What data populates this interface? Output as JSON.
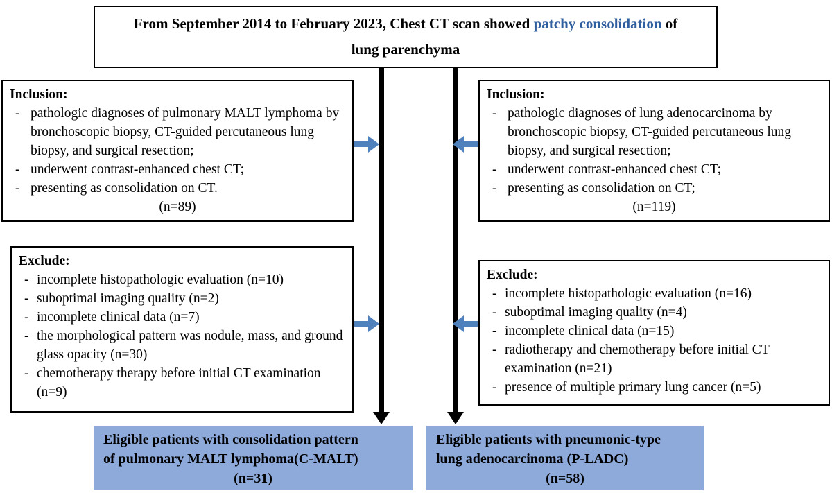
{
  "colors": {
    "highlight_text": "#2f5f9f",
    "arrow_blue": "#4f81bd",
    "result_box_bg": "#8eaadb"
  },
  "top_box": {
    "line1_prefix": "From September 2014 to  February 2023, Chest CT scan showed ",
    "line1_highlight": "patchy consolidation",
    "line1_suffix": " of",
    "line2": "lung parenchyma"
  },
  "left_inclusion": {
    "title": "Inclusion:",
    "items": [
      "pathologic diagnoses of pulmonary MALT lymphoma by bronchoscopic biopsy,  CT-guided percutaneous lung biopsy, and surgical resection;",
      "underwent contrast-enhanced chest CT;",
      "presenting as consolidation on CT."
    ],
    "count": "(n=89)"
  },
  "right_inclusion": {
    "title": "Inclusion:",
    "items": [
      "pathologic diagnoses of lung adenocarcinoma by bronchoscopic biopsy,  CT-guided percutaneous lung biopsy, and surgical resection;",
      "underwent contrast-enhanced chest CT;",
      "presenting as consolidation on CT;"
    ],
    "count": "(n=119)"
  },
  "left_exclude": {
    "title": "Exclude:",
    "items": [
      "incomplete histopathologic evaluation (n=10)",
      "suboptimal imaging quality (n=2)",
      "incomplete clinical data (n=7)",
      "the morphological pattern was nodule, mass, and ground glass opacity (n=30)",
      "chemotherapy therapy before initial CT examination (n=9)"
    ]
  },
  "right_exclude": {
    "title": "Exclude:",
    "items": [
      "incomplete histopathologic evaluation (n=16)",
      "suboptimal imaging quality (n=4)",
      "incomplete clinical data (n=15)",
      "radiotherapy and chemotherapy before initial CT examination (n=21)",
      "presence of multiple primary lung cancer (n=5)"
    ]
  },
  "left_result": {
    "line1": "Eligible patients with consolidation pattern",
    "line2": "of pulmonary MALT lymphoma(C-MALT)",
    "count": "(n=31)"
  },
  "right_result": {
    "line1": "Eligible patients with pneumonic-type",
    "line2": "lung adenocarcinoma (P-LADC)",
    "count": "(n=58)"
  }
}
